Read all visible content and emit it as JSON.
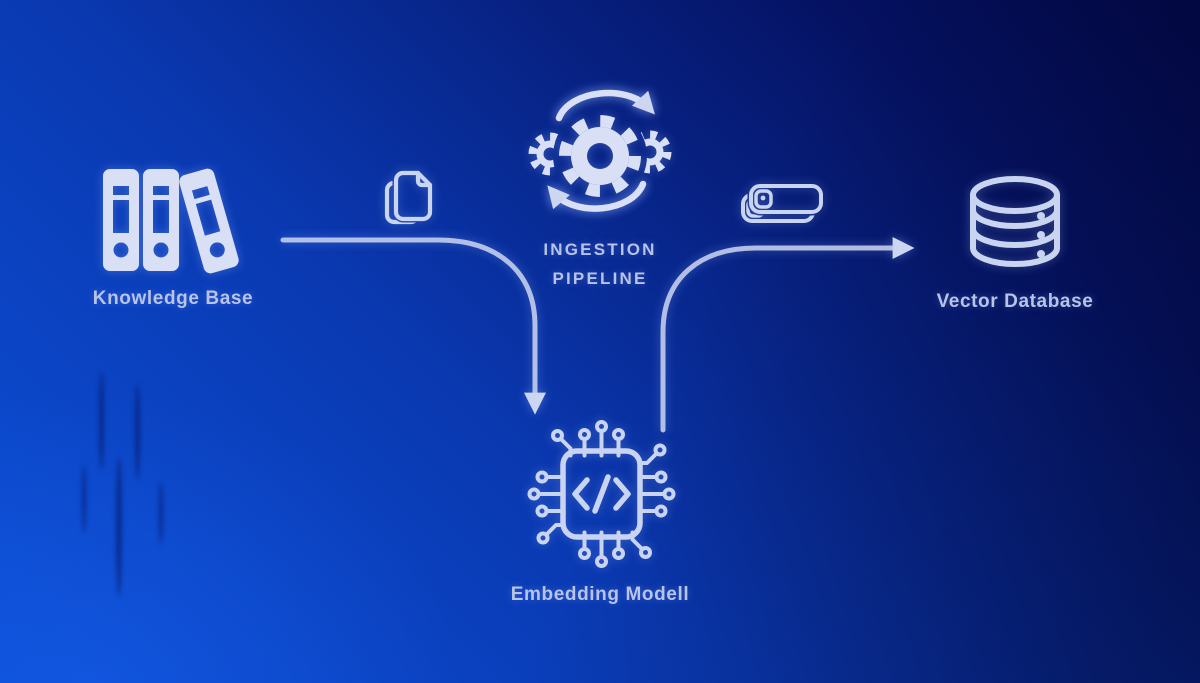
{
  "diagram": {
    "nodes": {
      "knowledge_base": {
        "label": "Knowledge Base",
        "icon": "binders-icon"
      },
      "ingestion_pipeline": {
        "label_line1": "INGESTION",
        "label_line2": "PIPELINE",
        "icon": "gears-cycle-icon"
      },
      "vector_database": {
        "label": "Vector Database",
        "icon": "database-cylinder-icon"
      },
      "embedding_model": {
        "label": "Embedding Modell",
        "icon": "chip-code-icon"
      }
    },
    "connector_icons": {
      "documents": "copy-pages-icon",
      "storage": "stacked-drives-icon"
    },
    "edges": [
      {
        "from": "knowledge_base",
        "to": "embedding_model"
      },
      {
        "from": "embedding_model",
        "to": "vector_database"
      }
    ],
    "colors": {
      "bg_bright": "#0c50d8",
      "bg_mid": "#0a38b0",
      "bg_dark": "#051263",
      "bg_darkest": "#020847",
      "icon_bright": "#d9e0f6",
      "icon_line": "#c9d4f0",
      "label": "#b7c3e7",
      "arrow": "#cdd6f0"
    }
  }
}
